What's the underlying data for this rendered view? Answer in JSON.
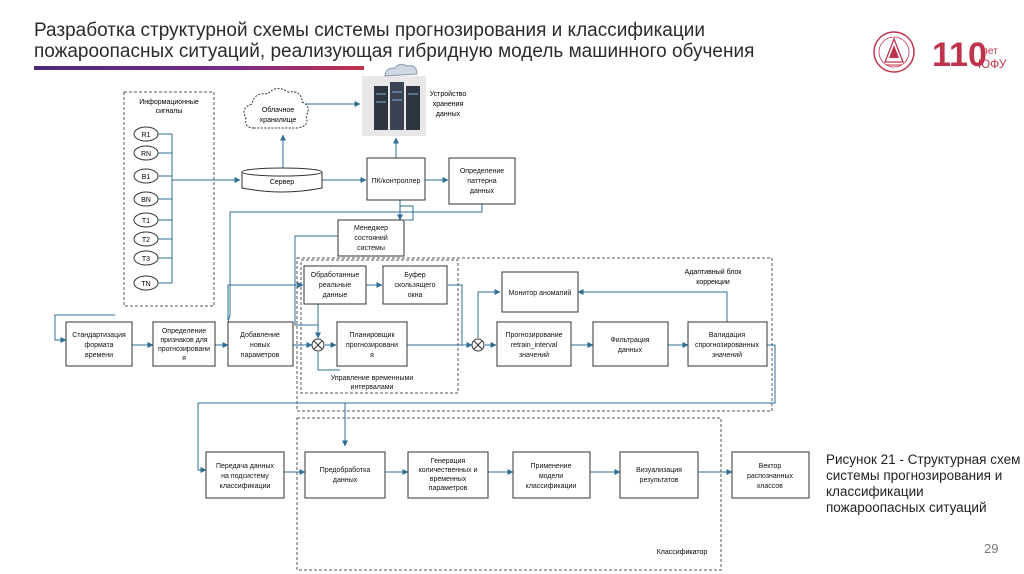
{
  "slide": {
    "title_line1": "Разработка структурной схемы системы прогнозирования и классификации",
    "title_line2": "пожароопасных ситуаций, реализующая гибридную модель машинного обучения",
    "caption_line1": "Рисунок 21 - Структурная схем",
    "caption_line2": "системы прогнозирования и",
    "caption_line3": "классификации",
    "caption_line4": "пожароопасных ситуаций",
    "page_number": "29",
    "logo_text_main": "110",
    "logo_text_sub1": "лет",
    "logo_text_sub2": "ЮФУ",
    "accent_color": "#c0334d",
    "dark_accent": "#4a2a7a"
  },
  "diagram": {
    "signals_group_line1": "Информационные",
    "signals_group_line2": "сигналы",
    "signals": [
      "R1",
      "RN",
      "B1",
      "BN",
      "T1",
      "T2",
      "T3",
      "TN"
    ],
    "cloud_line1": "Облачное",
    "cloud_line2": "хранилище",
    "storage_line1": "Устройство",
    "storage_line2": "хранения",
    "storage_line3": "данных",
    "server": "Сервер",
    "pc_controller": "ПК/контроллер",
    "pattern_line1": "Определение",
    "pattern_line2": "паттерна",
    "pattern_line3": "данных",
    "state_mgr_line1": "Менеджер",
    "state_mgr_line2": "состояний",
    "state_mgr_line3": "системы",
    "processed_line1": "Обработанные",
    "processed_line2": "реальные",
    "processed_line3": "данные",
    "buffer_line1": "Буфер",
    "buffer_line2": "скользящего",
    "buffer_line3": "окна",
    "adaptive_line1": "Адаптивный блок",
    "adaptive_line2": "коррекции",
    "anomaly_monitor": "Монитор аномалий",
    "standardize_line1": "Стандартизация",
    "standardize_line2": "формата",
    "standardize_line3": "времени",
    "features_line1": "Определение",
    "features_line2": "признаков для",
    "features_line3": "прогнозировани",
    "features_line4": "я",
    "add_params_line1": "Добавление",
    "add_params_line2": "новых",
    "add_params_line3": "параметров",
    "scheduler_line1": "Планировщик",
    "scheduler_line2": "прогнозировани",
    "scheduler_line3": "я",
    "interval_mgmt_line1": "Управление временными",
    "interval_mgmt_line2": "интервалами",
    "forecast_line1": "Прогнозирование",
    "forecast_line2": "retrain_interval",
    "forecast_line3": "значений",
    "filter_line1": "Фильтрация",
    "filter_line2": "данных",
    "validation_line1": "Валидация",
    "validation_line2": "спрогнозированных",
    "validation_line3": "значений",
    "transfer_line1": "Передача данных",
    "transfer_line2": "на подсистему",
    "transfer_line3": "классификации",
    "preprocess_line1": "Предобработка",
    "preprocess_line2": "данных",
    "generation_line1": "Генерация",
    "generation_line2": "количественных и",
    "generation_line3": "временных",
    "generation_line4": "параметров",
    "apply_model_line1": "Применение",
    "apply_model_line2": "модели",
    "apply_model_line3": "классификации",
    "visualize_line1": "Визуализация",
    "visualize_line2": "результатов",
    "vector_line1": "Вектор",
    "vector_line2": "распознанных",
    "vector_line3": "классов",
    "classifier_group": "Классификатор",
    "line_color": "#2e6f93",
    "box_border": "#333333"
  }
}
